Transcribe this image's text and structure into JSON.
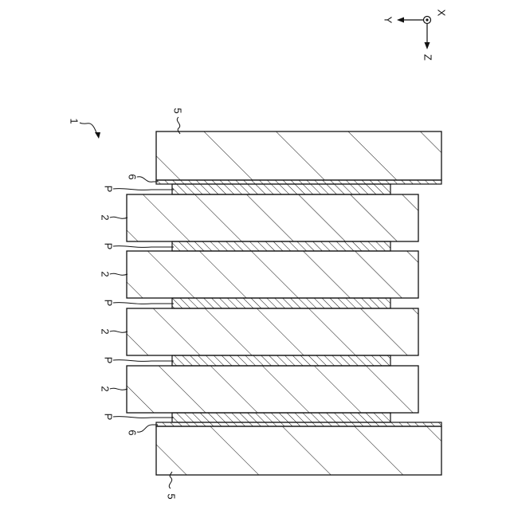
{
  "figure": {
    "label": "1"
  },
  "axes": {
    "x": "X",
    "y": "Y",
    "z": "Z"
  },
  "labels": {
    "end_plate": "5",
    "film": "6",
    "layer": "P",
    "cell": "2"
  },
  "colors": {
    "line": "#111111",
    "background": "#ffffff"
  }
}
